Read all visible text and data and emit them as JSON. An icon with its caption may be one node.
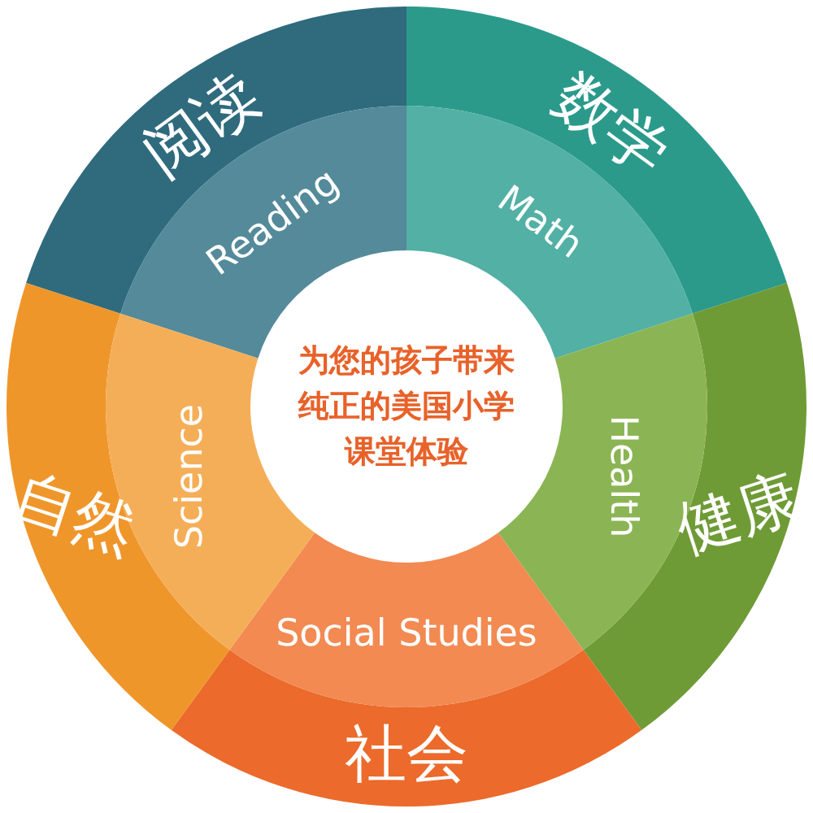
{
  "diagram": {
    "nodes": [
      {
        "text": [
          "为您的孩子带来纯正的美国小学课堂体验"
        ]
      },
      {
        "text": [
          "阅读",
          "Reading"
        ]
      },
      {
        "text": [
          "数学",
          "Math"
        ]
      },
      {
        "text": [
          "健康",
          "Health"
        ]
      },
      {
        "text": [
          "Social Studies",
          "社会"
        ]
      },
      {
        "text": [
          "自然",
          "Science"
        ]
      }
    ],
    "edges": []
  }
}
